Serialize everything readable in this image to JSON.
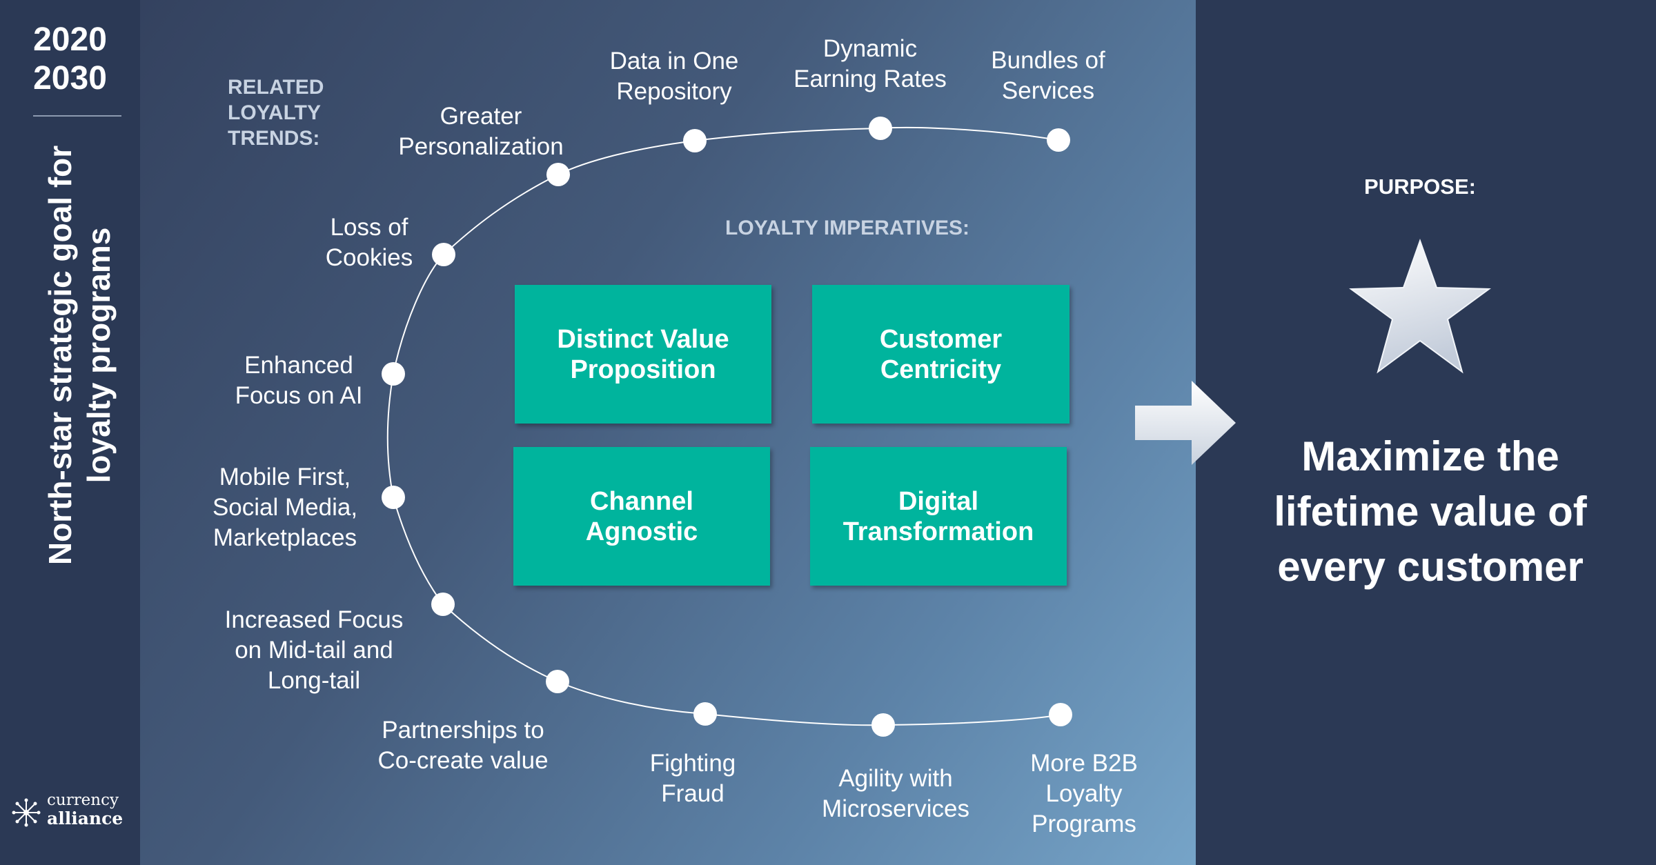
{
  "sidebar": {
    "year_start": "2020",
    "year_end": "2030",
    "title_line1": "North-star strategic goal for",
    "title_line2": "loyalty programs",
    "logo_line1": "currency",
    "logo_line2": "alliance"
  },
  "trends": {
    "heading": [
      "RELATED",
      "LOYALTY",
      "TRENDS:"
    ],
    "items": [
      [
        "Data in One",
        "Repository"
      ],
      [
        "Dynamic",
        "Earning Rates"
      ],
      [
        "Bundles of",
        "Services"
      ],
      [
        "Greater",
        "Personalization"
      ],
      [
        "Loss of",
        "Cookies"
      ],
      [
        "Enhanced",
        "Focus on AI"
      ],
      [
        "Mobile First,",
        "Social Media,",
        "Marketplaces"
      ],
      [
        "Increased Focus",
        "on Mid-tail and",
        "Long-tail"
      ],
      [
        "Partnerships to",
        "Co-create value"
      ],
      [
        "Fighting",
        "Fraud"
      ],
      [
        "Agility with",
        "Microservices"
      ],
      [
        "More B2B",
        "Loyalty",
        "Programs"
      ]
    ]
  },
  "imperatives": {
    "heading": "LOYALTY IMPERATIVES:",
    "boxes": [
      [
        "Distinct Value",
        "Proposition"
      ],
      [
        "Customer",
        "Centricity"
      ],
      [
        "Channel",
        "Agnostic"
      ],
      [
        "Digital",
        "Transformation"
      ]
    ]
  },
  "purpose": {
    "label": "PURPOSE:",
    "statement": [
      "Maximize the",
      "lifetime value of",
      "every customer"
    ]
  },
  "colors": {
    "sidebar_bg": "#2b3955",
    "box_teal": "#00b49d",
    "heading_light": "#c8d3e2"
  }
}
